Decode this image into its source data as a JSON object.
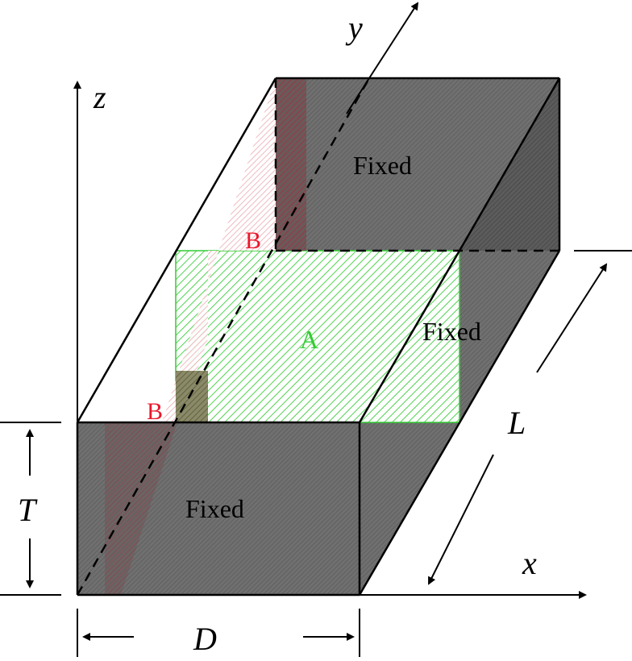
{
  "diagram": {
    "axes": {
      "x": "x",
      "y": "y",
      "z": "z"
    },
    "dimensions": {
      "thickness": "T",
      "length": "L",
      "depth": "D"
    },
    "boundary_faces": {
      "front": "Fixed",
      "back": "Fixed",
      "right": "Fixed"
    },
    "regions": {
      "a": "A",
      "b_front": "B",
      "b_back": "B"
    },
    "colors": {
      "fixed_face": "#6b6b6b",
      "fixed_face_dark": "#4a4a4a",
      "region_a": "#33cc33",
      "region_b": "#e8192c",
      "line": "#000000"
    }
  }
}
